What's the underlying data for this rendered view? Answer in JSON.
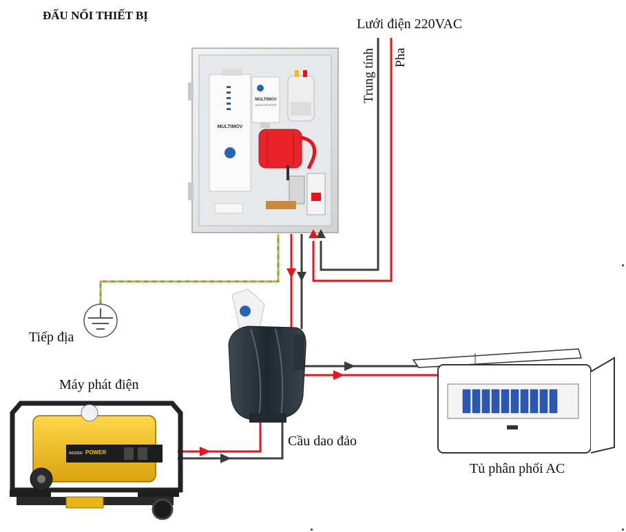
{
  "title": "ĐẤU NỐI THIẾT BỊ",
  "grid": {
    "label": "Lưới điện 220VAC",
    "neutral_label": "Trung tính",
    "phase_label": "Pha"
  },
  "ground": {
    "label": "Tiếp địa"
  },
  "generator": {
    "label": "Máy phát điện",
    "brand": "POWER",
    "model": "WG3300"
  },
  "transfer_switch": {
    "label": "Cầu dao đảo"
  },
  "distribution_board": {
    "label": "Tủ phân phối AC"
  },
  "surge_box": {
    "module_main": "MULTIMOV",
    "module_sub": "MULTIMOV",
    "module_caption": "SURGE DIVERTER"
  },
  "colors": {
    "phase": "#e8141b",
    "neutral": "#3c3c3c",
    "earth_green": "#6aa84f",
    "earth_orange": "#f0a030",
    "generator_yellow": "#f4c21b"
  }
}
